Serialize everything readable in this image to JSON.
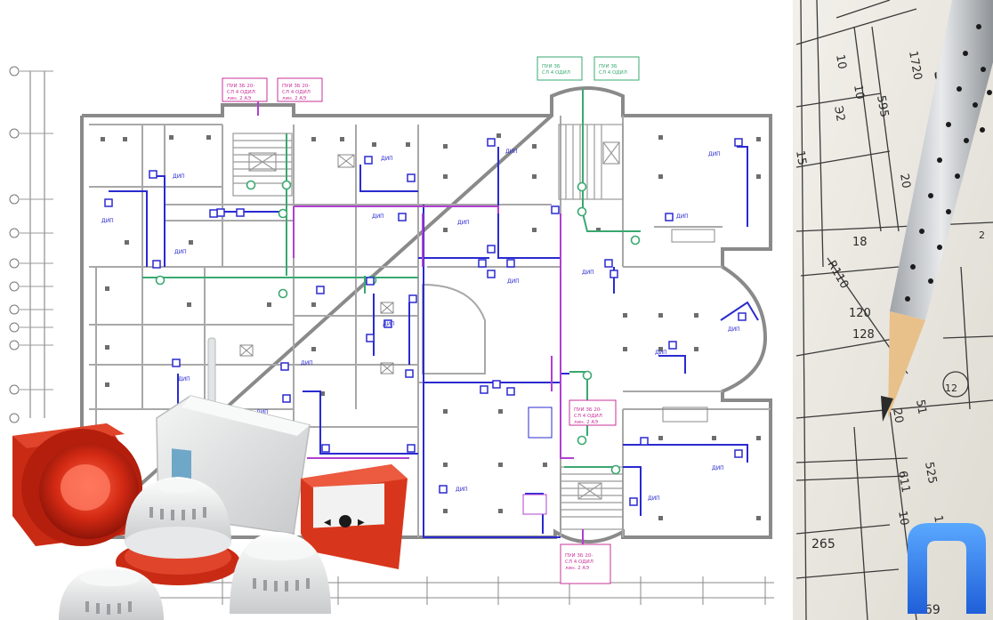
{
  "scene": {
    "description_colors": {
      "wall": "#8a8a8a",
      "wire_blue": "#2a2ad0",
      "wire_purple": "#b040d0",
      "wire_green": "#3aa870",
      "device_red": "#d8361c",
      "paper": "#ece9e2",
      "logo_blue": "#2f7ff0"
    },
    "panel_labels": {
      "mag_top_a": "ПУИ 3Б 20-\nСЛ 4 ОДИЛ\nлин. 2 АЭ",
      "mag_top_b": "ПУИ 3Б 20-\nСЛ 4 ОДИЛ\nлин. 2 АЭ",
      "green_top_a": "ПУИ 3Б\nСЛ 4 ОДИЛ",
      "green_top_b": "ПУИ 3Б\nСЛ 4 ОДИЛ",
      "mag_mid": "ПУИ 3Б 20-\nСЛ 4 ОДИЛ\nлин. 2 АЭ",
      "mag_bottom": "ПУИ 3Б 20-\nСЛ 4 ОДИЛ\nлин. 2 АЭ"
    },
    "sketch_numbers": [
      "1720",
      "55",
      "10",
      "10",
      "595",
      "Э2",
      "20",
      "15",
      "18",
      "R110",
      "120",
      "128",
      "20",
      "525",
      "611",
      "10",
      "51",
      "10",
      "265",
      "269",
      "12",
      "2"
    ]
  }
}
